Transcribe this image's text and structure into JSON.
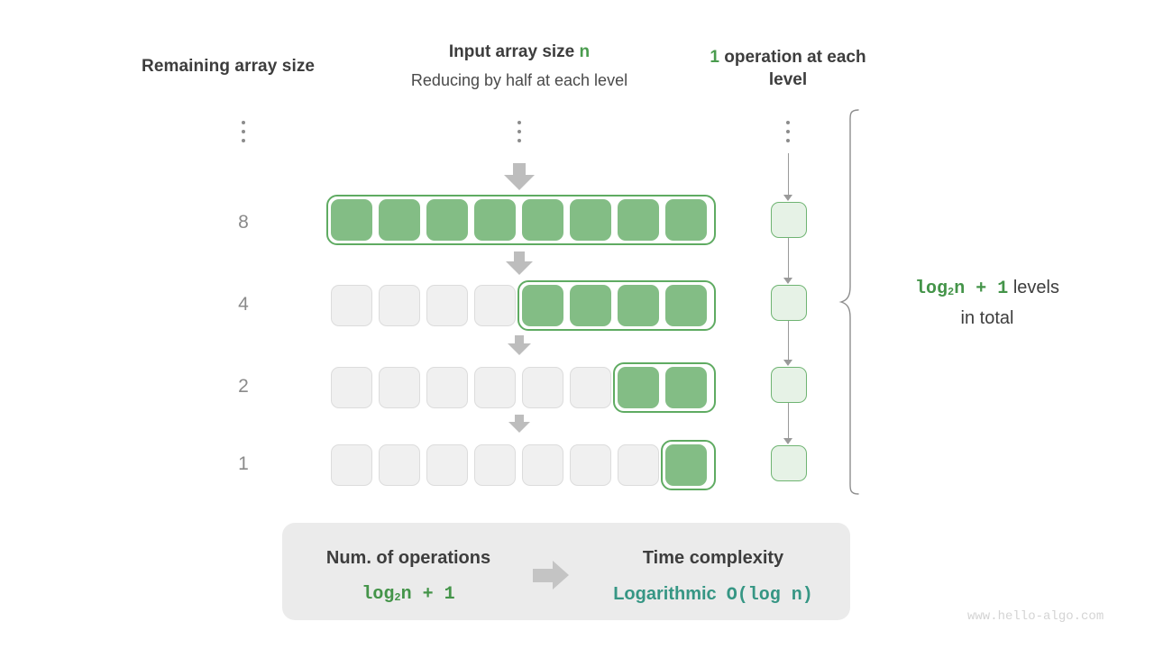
{
  "headers": {
    "left": "Remaining array size",
    "middle_prefix": "Input array size ",
    "middle_highlight": "n",
    "middle_sub": "Reducing by half at each level",
    "right_highlight": "1",
    "right_rest": " operation at each level"
  },
  "ellipsis_glyph": "vertical-ellipsis",
  "levels": [
    {
      "label": "8",
      "total_cells": 8,
      "filled_cells": 8,
      "first_filled_index": 0
    },
    {
      "label": "4",
      "total_cells": 8,
      "filled_cells": 4,
      "first_filled_index": 4
    },
    {
      "label": "2",
      "total_cells": 8,
      "filled_cells": 2,
      "first_filled_index": 6
    },
    {
      "label": "1",
      "total_cells": 8,
      "filled_cells": 1,
      "first_filled_index": 7
    }
  ],
  "operations_per_level": [
    "1",
    "1",
    "1",
    "1"
  ],
  "annotation": {
    "formula_pre": "log",
    "formula_sub": "2",
    "formula_post": "n + 1",
    "line1_rest": " levels",
    "line2": "in total"
  },
  "summary": {
    "left_title": "Num. of operations",
    "left_value_pre": "log",
    "left_value_sub": "2",
    "left_value_post": "n + 1",
    "arrow": "right-arrow",
    "right_title": "Time complexity",
    "right_value_word": "Logarithmic",
    "right_value_bigo": "O(log n)"
  },
  "watermark": "www.hello-algo.com",
  "colors": {
    "green_fill": "#83bd85",
    "green_border": "#5fab62",
    "green_text": "#4a9c4e",
    "op_fill": "#e6f2e6",
    "teal": "#369684",
    "gray_cell": "#f0f0f0",
    "gray_cell_border": "#dcdcdc",
    "arrow_gray": "#bdbdbd",
    "panel_gray": "#ebebeb",
    "label_gray": "#8a8a8a",
    "watermark_gray": "#d4d4d4"
  }
}
